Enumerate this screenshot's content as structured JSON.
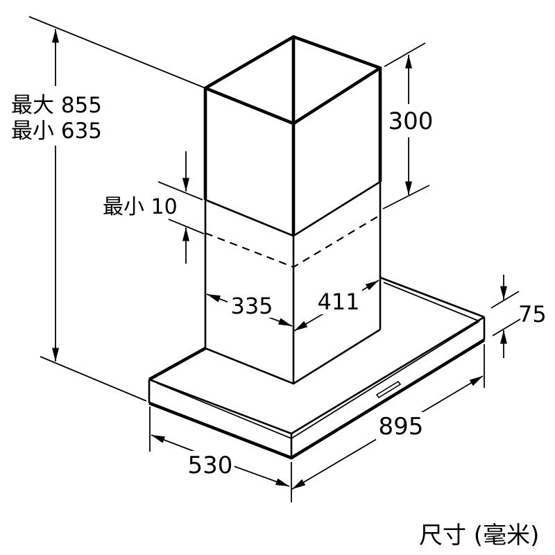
{
  "diagram": {
    "caption": "尺寸 (毫米)",
    "colors": {
      "line": "#000000",
      "background": "#ffffff"
    },
    "dimensions": {
      "height_max": "最大 855",
      "height_min": "最小 635",
      "chimney_section_height": "300",
      "min_overlap": "最小 10",
      "chimney_depth": "335",
      "chimney_width": "411",
      "body_height": "75",
      "body_width": "895",
      "body_depth": "530"
    }
  }
}
